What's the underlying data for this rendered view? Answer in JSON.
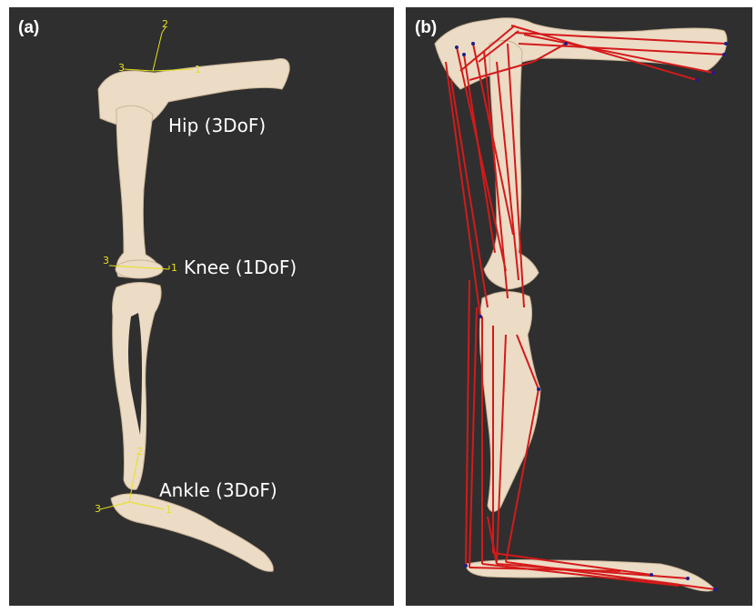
{
  "panels": [
    {
      "label": "(a)"
    },
    {
      "label": "(b)"
    }
  ],
  "joints": [
    {
      "label": "Hip (3DoF)",
      "axes": [
        "1",
        "2",
        "3"
      ]
    },
    {
      "label": "Knee (1DoF)",
      "axes": [
        "1",
        "3"
      ]
    },
    {
      "label": "Ankle (3DoF)",
      "axes": [
        "1",
        "2",
        "3"
      ]
    }
  ],
  "colors": {
    "background": "#2f2f2f",
    "bone": "#ecdcc6",
    "axis": "#e5e11a",
    "muscle": "#d41a1a",
    "attachment": "#1d1d8a"
  }
}
